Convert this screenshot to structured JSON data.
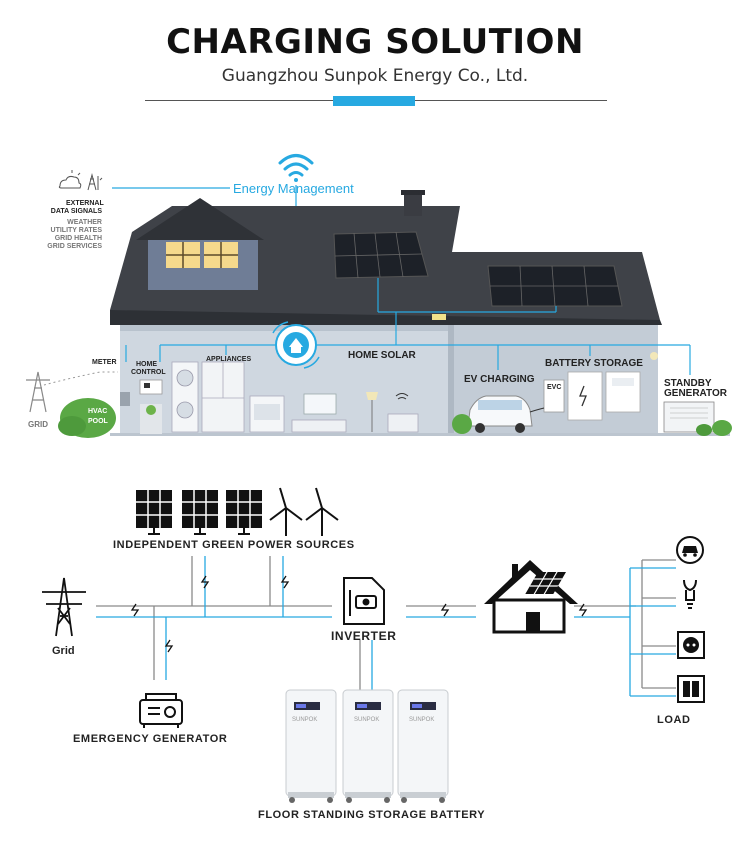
{
  "header": {
    "title": "CHARGING SOLUTION",
    "subtitle": "Guangzhou Sunpok Energy Co., Ltd."
  },
  "house_section": {
    "energy_management": "Energy Management",
    "external_signals": {
      "heading_line1": "EXTERNAL",
      "heading_line2": "DATA SIGNALS",
      "items": [
        "WEATHER",
        "UTILITY RATES",
        "GRID HEALTH",
        "GRID SERVICES"
      ]
    },
    "labels": {
      "meter": "METER",
      "home_control_1": "HOME",
      "home_control_2": "CONTROL",
      "appliances": "APPLIANCES",
      "home_solar": "HOME SOLAR",
      "battery_storage": "BATTERY STORAGE",
      "ev_charging": "EV CHARGING",
      "evc": "EVC",
      "standby_generator_1": "STANDBY",
      "standby_generator_2": "GENERATOR",
      "grid": "GRID",
      "hvac_1": "HVAC",
      "hvac_2": "POOL"
    }
  },
  "system_section": {
    "green_sources": "INDEPENDENT GREEN POWER SOURCES",
    "grid": "Grid",
    "inverter": "INVERTER",
    "emergency_generator": "EMERGENCY GENERATOR",
    "load": "LOAD",
    "battery": "FLOOR STANDING STORAGE BATTERY",
    "battery_brand": "SUNPOK"
  },
  "colors": {
    "accent": "#27a9e1",
    "roof": "#3f4248",
    "wall": "#c9d2dc",
    "line_grey": "#8a8a8a"
  }
}
